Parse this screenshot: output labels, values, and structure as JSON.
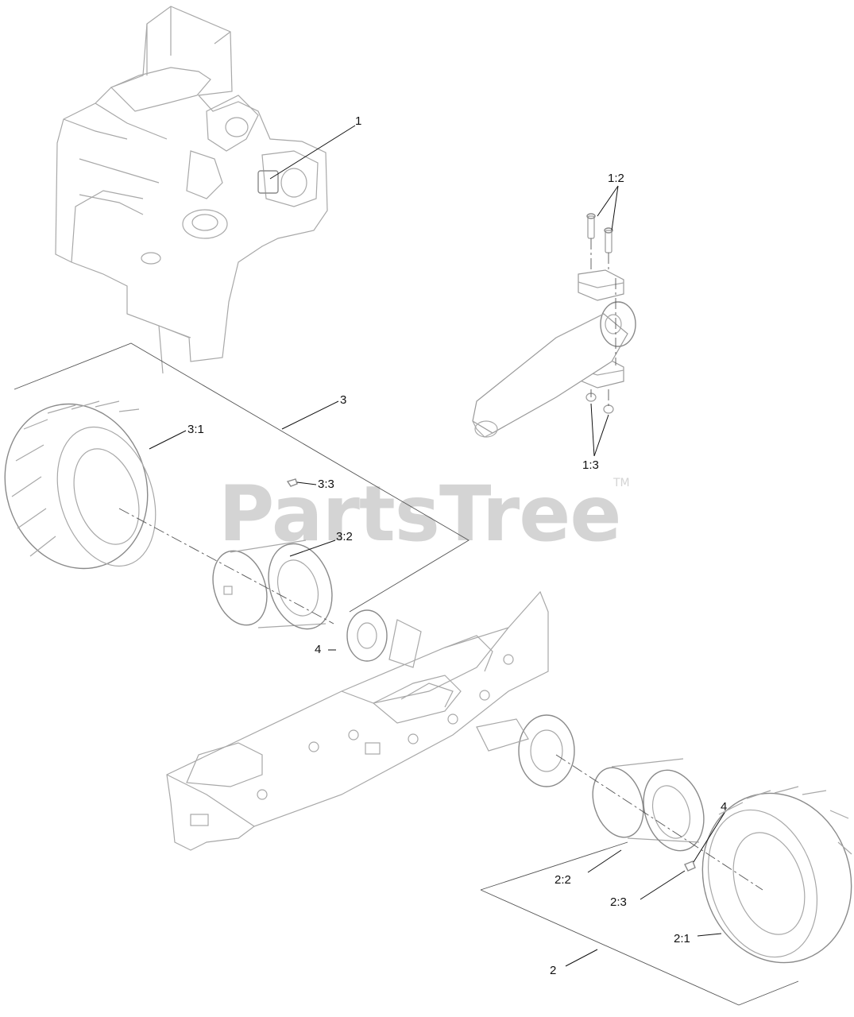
{
  "watermark": {
    "text": "PartsTree",
    "trademark": "TM"
  },
  "callouts": [
    {
      "id": "c1",
      "text": "1"
    },
    {
      "id": "c12",
      "text": "1:2"
    },
    {
      "id": "c13",
      "text": "1:3"
    },
    {
      "id": "c3",
      "text": "3"
    },
    {
      "id": "c31",
      "text": "3:1"
    },
    {
      "id": "c33",
      "text": "3:3"
    },
    {
      "id": "c32",
      "text": "3:2"
    },
    {
      "id": "c4a",
      "text": "4"
    },
    {
      "id": "c4b",
      "text": "4"
    },
    {
      "id": "c22",
      "text": "2:2"
    },
    {
      "id": "c23",
      "text": "2:3"
    },
    {
      "id": "c21",
      "text": "2:1"
    },
    {
      "id": "c2",
      "text": "2"
    }
  ],
  "icons": [
    "frame-assembly-icon",
    "cylinder-assembly-icon",
    "tire-icon",
    "wheel-rim-icon",
    "rear-axle-frame-icon",
    "valve-stem-icon",
    "bolt-icon",
    "nut-icon",
    "clamp-icon"
  ],
  "colors": {
    "line": "#a8a8a8",
    "label": "#111111",
    "watermark": "#d4d4d4",
    "background": "#ffffff"
  }
}
